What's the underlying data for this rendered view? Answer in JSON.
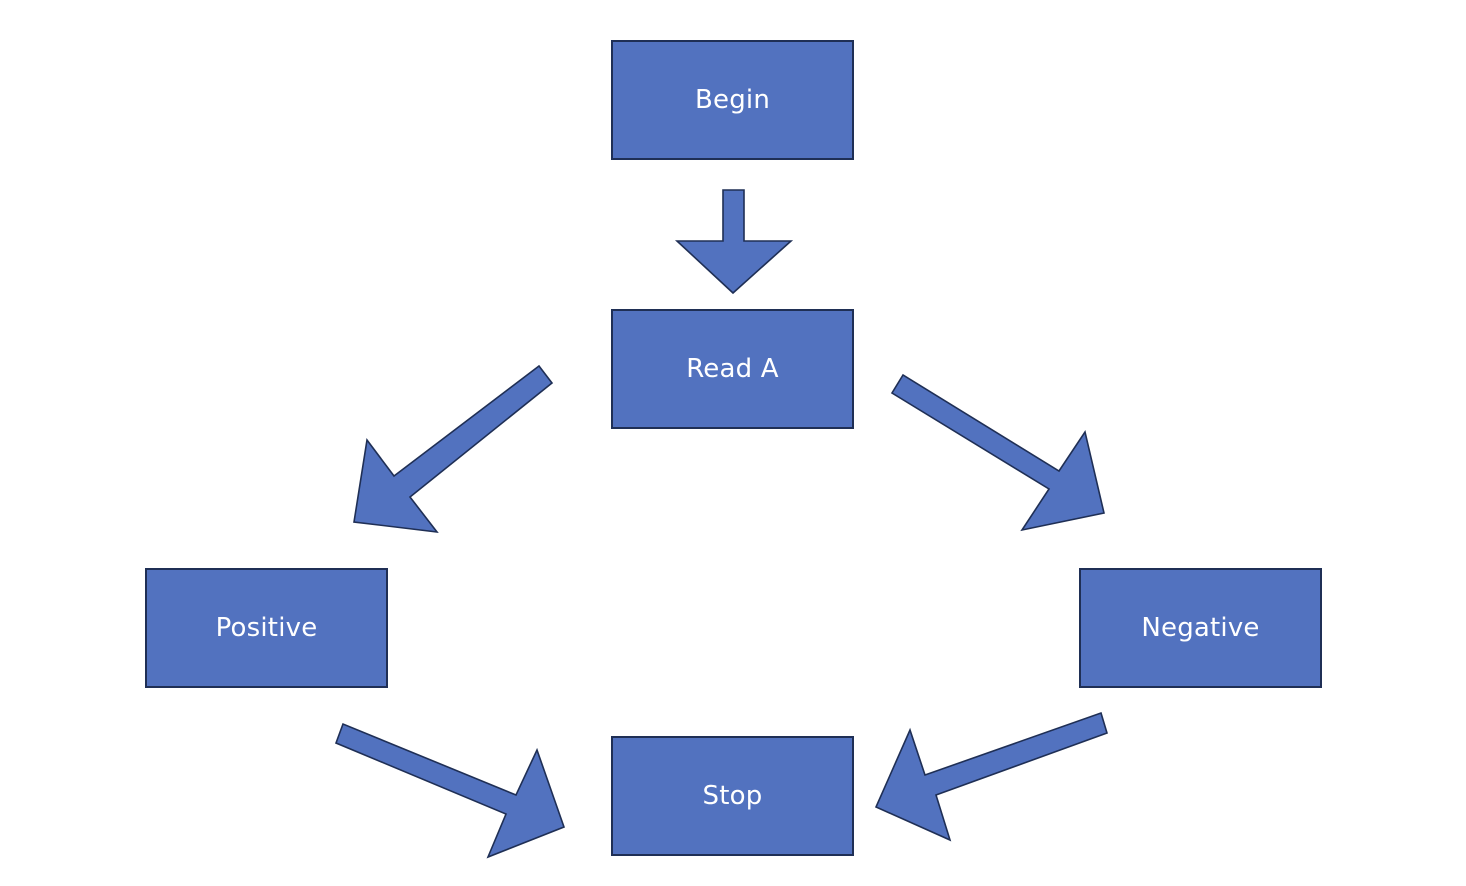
{
  "colors": {
    "fill": "#5272bf",
    "stroke": "#1f2f55",
    "text": "#ffffff",
    "background": "#ffffff"
  },
  "nodes": {
    "begin": "Begin",
    "read": "Read A",
    "positive": "Positive",
    "negative": "Negative",
    "stop": "Stop"
  },
  "edges": [
    {
      "from": "begin",
      "to": "read"
    },
    {
      "from": "read",
      "to": "positive"
    },
    {
      "from": "read",
      "to": "negative"
    },
    {
      "from": "positive",
      "to": "stop"
    },
    {
      "from": "negative",
      "to": "stop"
    }
  ]
}
